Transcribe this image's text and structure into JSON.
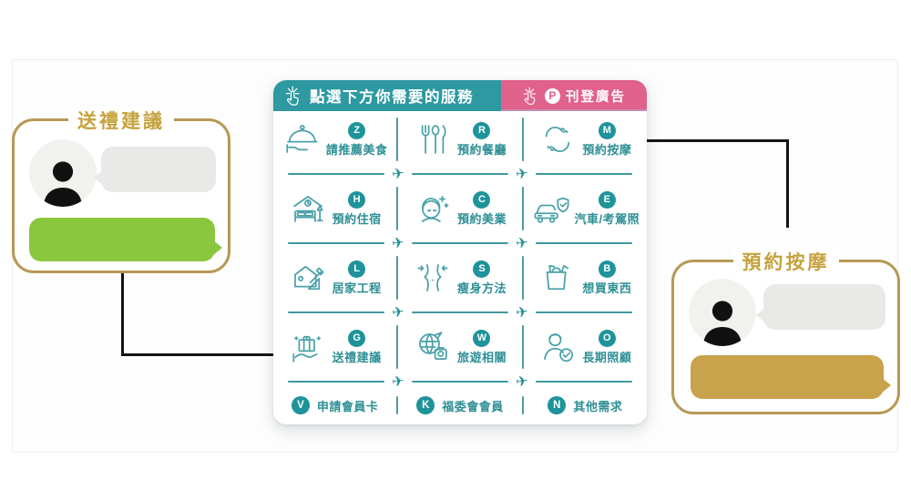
{
  "menu": {
    "header": {
      "title": "點選下方你需要的服務",
      "tap_icon": "tap-finger-icon",
      "ad_badge_letter": "P",
      "ad_label": "刊登廣告"
    },
    "separator_icon": "plane-icon",
    "services": [
      {
        "letter": "Z",
        "label": "請推薦美食",
        "icon": "food-cloche-icon"
      },
      {
        "letter": "R",
        "label": "預約餐廳",
        "icon": "cutlery-icon"
      },
      {
        "letter": "M",
        "label": "預約按摩",
        "icon": "massage-hands-icon"
      },
      {
        "letter": "H",
        "label": "預約住宿",
        "icon": "lodging-bed-icon"
      },
      {
        "letter": "C",
        "label": "預約美業",
        "icon": "beauty-face-icon"
      },
      {
        "letter": "E",
        "label": "汽車/考駕照",
        "icon": "car-shield-icon"
      },
      {
        "letter": "L",
        "label": "居家工程",
        "icon": "home-repair-icon"
      },
      {
        "letter": "S",
        "label": "瘦身方法",
        "icon": "slim-waist-icon"
      },
      {
        "letter": "B",
        "label": "想買東西",
        "icon": "shopping-bag-icon"
      },
      {
        "letter": "G",
        "label": "送禮建議",
        "icon": "gift-hand-icon"
      },
      {
        "letter": "W",
        "label": "旅遊相關",
        "icon": "travel-globe-icon"
      },
      {
        "letter": "O",
        "label": "長期照顧",
        "icon": "caregiver-icon"
      }
    ],
    "footer_items": [
      {
        "letter": "V",
        "label": "申請會員卡"
      },
      {
        "letter": "K",
        "label": "福委會會員"
      },
      {
        "letter": "N",
        "label": "其他需求"
      }
    ]
  },
  "callouts": {
    "left": {
      "title": "送禮建議",
      "linked_service": "G"
    },
    "right": {
      "title": "預約按摩",
      "linked_service": "M"
    }
  },
  "colors": {
    "teal_header": "#2e99a0",
    "teal_badge": "#1e939a",
    "teal_label": "#2e8f96",
    "pink_ad": "#e0618b",
    "gold_border": "#b79956",
    "gold_title": "#c6a23e",
    "gold_bubble": "#c9a24c",
    "green_bubble": "#8bc63f",
    "gray_bubble": "#e9e9e7",
    "connector": "#141414"
  }
}
